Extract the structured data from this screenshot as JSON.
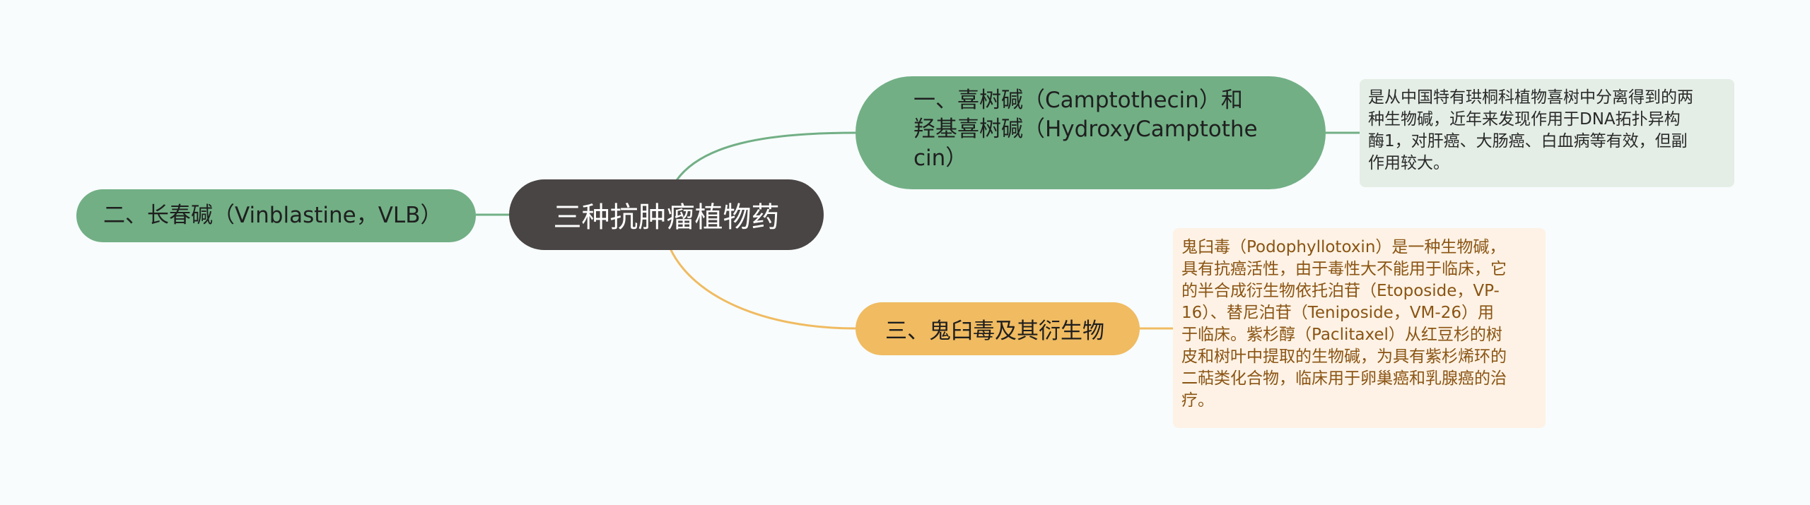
{
  "mindmap": {
    "central": {
      "label": "三种抗肿瘤植物药"
    },
    "branches": [
      {
        "label": "一、喜树碱（Camptothecin）和\n羟基喜树碱（HydroxyCamptothe\ncin）",
        "color": "#72af85",
        "note": "是从中国特有珙桐科植物喜树中分离得到的两\n种生物碱，近年来发现作用于DNA拓扑异构\n酶1，对肝癌、大肠癌、白血病等有效，但副\n作用较大。"
      },
      {
        "label": "二、长春碱（Vinblastine，VLB）",
        "color": "#72af85"
      },
      {
        "label": "三、鬼臼毒及其衍生物",
        "color": "#f0bb61",
        "note": "鬼臼毒（Podophyllotoxin）是一种生物碱，\n具有抗癌活性，由于毒性大不能用于临床，它\n的半合成衍生物依托泊苷（Etoposide，VP-\n16）、替尼泊苷（Teniposide，VM-26）用\n于临床。紫杉醇（Paclitaxel）从红豆杉的树\n皮和树叶中提取的生物碱，为具有紫杉烯环的\n二萜类化合物，临床用于卵巢癌和乳腺癌的治\n疗。"
      }
    ]
  },
  "colors": {
    "background": "#f8fcfd",
    "central": "#4a4545",
    "green": "#72af85",
    "orange": "#f0bb61",
    "green_note": "#e4eee6",
    "orange_note": "#fdf2e5"
  }
}
